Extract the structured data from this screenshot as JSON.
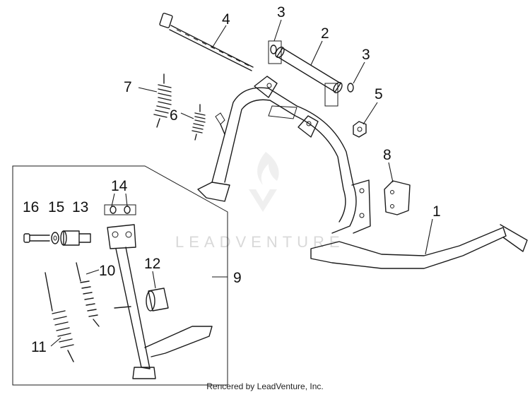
{
  "callouts": {
    "c1": "1",
    "c2": "2",
    "c3a": "3",
    "c3b": "3",
    "c4": "4",
    "c5": "5",
    "c6": "6",
    "c7": "7",
    "c8": "8",
    "c9": "9",
    "c10": "10",
    "c11": "11",
    "c12": "12",
    "c13": "13",
    "c14": "14",
    "c15": "15",
    "c16": "16"
  },
  "watermark": {
    "text": "LEADVENTURE"
  },
  "footer": {
    "text": "Rencered by LeadVenture, Inc."
  },
  "colors": {
    "line": "#1a1a1a",
    "watermark": "#d9d9d9",
    "background": "#ffffff"
  }
}
